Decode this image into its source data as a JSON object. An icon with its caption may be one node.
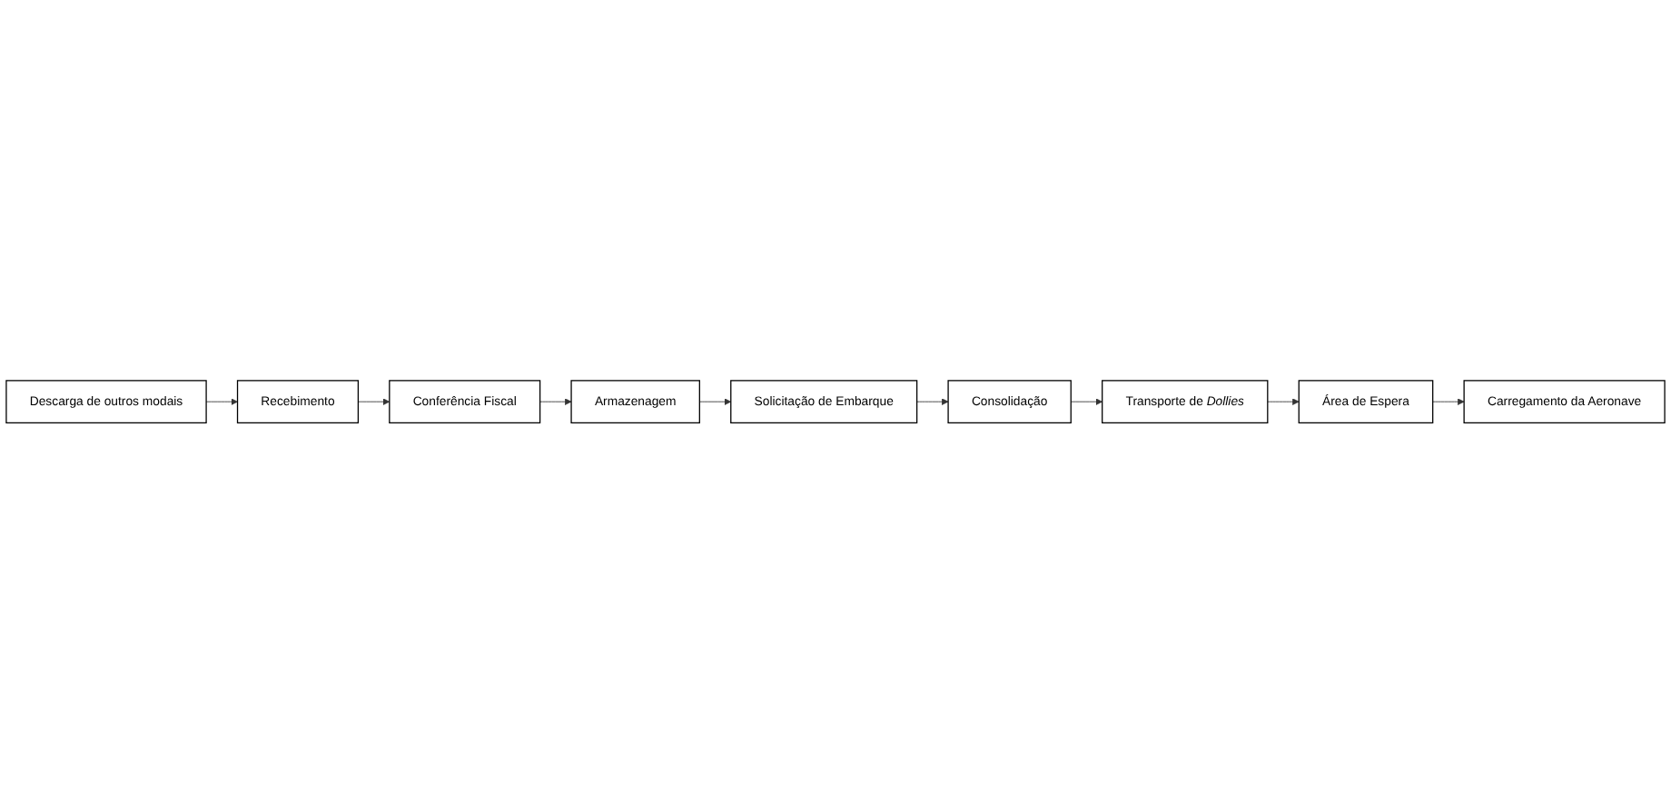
{
  "diagram": {
    "nodes": [
      {
        "text": [
          "Descarga de outros modais"
        ]
      },
      {
        "text": [
          "Recebimento"
        ]
      },
      {
        "text": [
          "Conferência Fiscal"
        ]
      },
      {
        "text": [
          "Armazenagem"
        ]
      },
      {
        "text": [
          "Solicitação de Embarque"
        ]
      },
      {
        "text": [
          "Consolidação"
        ]
      },
      {
        "text": [
          "Transporte de *Dollies*"
        ]
      },
      {
        "text": [
          "Área de Espera"
        ]
      },
      {
        "text": [
          "Carregamento da Aeronave"
        ]
      }
    ],
    "edges": [
      {
        "from": 0,
        "to": 1,
        "arrow": "to"
      },
      {
        "from": 1,
        "to": 2,
        "arrow": "to"
      },
      {
        "from": 2,
        "to": 3,
        "arrow": "to"
      },
      {
        "from": 3,
        "to": 4,
        "arrow": "to"
      },
      {
        "from": 4,
        "to": 5,
        "arrow": "to"
      },
      {
        "from": 5,
        "to": 6,
        "arrow": "to"
      },
      {
        "from": 6,
        "to": 7,
        "arrow": "to"
      },
      {
        "from": 7,
        "to": 8,
        "arrow": "to"
      }
    ]
  }
}
